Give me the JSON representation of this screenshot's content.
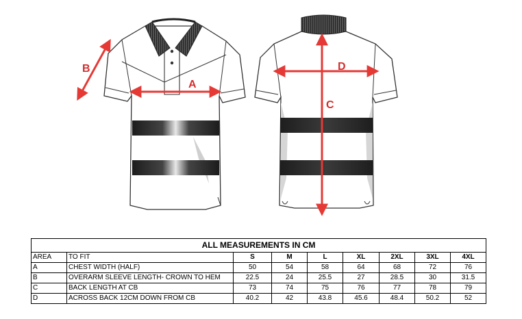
{
  "diagram": {
    "labels": {
      "a": "A",
      "b": "B",
      "c": "C",
      "d": "D"
    },
    "colors": {
      "arrow": "#e53935",
      "label": "#d32f2f",
      "stripe": "#2b2b2b",
      "outline": "#333333"
    }
  },
  "table": {
    "title": "ALL MEASUREMENTS IN CM",
    "header": {
      "area": "AREA",
      "to_fit": "TO FIT",
      "sizes": [
        "S",
        "M",
        "L",
        "XL",
        "2XL",
        "3XL",
        "4XL"
      ]
    },
    "rows": [
      {
        "area": "A",
        "to_fit": "CHEST WIDTH (HALF)",
        "values": [
          "50",
          "54",
          "58",
          "64",
          "68",
          "72",
          "76"
        ]
      },
      {
        "area": "B",
        "to_fit": "OVERARM SLEEVE LENGTH- CROWN TO HEM",
        "values": [
          "22.5",
          "24",
          "25.5",
          "27",
          "28.5",
          "30",
          "31.5"
        ]
      },
      {
        "area": "C",
        "to_fit": "BACK LENGTH AT CB",
        "values": [
          "73",
          "74",
          "75",
          "76",
          "77",
          "78",
          "79"
        ]
      },
      {
        "area": "D",
        "to_fit": "ACROSS BACK 12CM DOWN FROM CB",
        "values": [
          "40.2",
          "42",
          "43.8",
          "45.6",
          "48.4",
          "50.2",
          "52"
        ]
      }
    ]
  }
}
